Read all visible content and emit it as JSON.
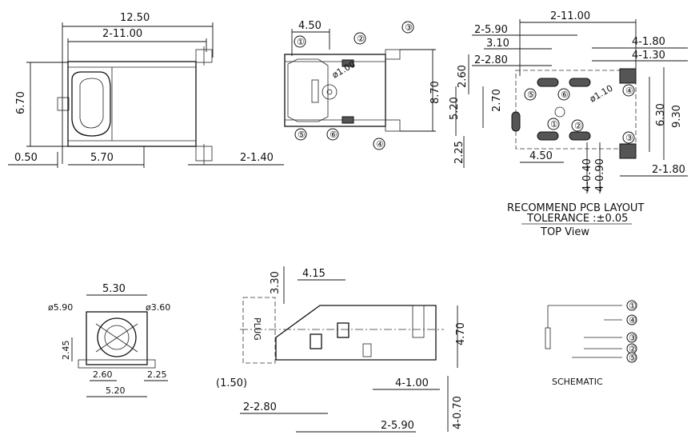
{
  "front_view": {
    "overall_length": "12.50",
    "pitch_top": "2-11.00",
    "height": "6.70",
    "offset": "0.50",
    "base_length": "5.70",
    "pin_width": "2-1.40"
  },
  "top_view": {
    "width": "4.50",
    "diameter": "ø1.00",
    "body_height": "8.70",
    "pins": [
      "①",
      "②",
      "③",
      "④",
      "⑤",
      "⑥"
    ]
  },
  "pcb_layout": {
    "pitch_top": "2-11.00",
    "d_5_90": "2-5.90",
    "d_3_10": "3.10",
    "d_2_80": "2-2.80",
    "d_2_60": "2.60",
    "d_2_70": "2.70",
    "d_5_20": "5.20",
    "d_2_25": "2.25",
    "d_4_50": "4.50",
    "diameter": "ø1.10",
    "d_4_1_80": "4-1.80",
    "d_4_1_30": "4-1.30",
    "d_6_30": "6.30",
    "d_9_30": "9.30",
    "d_4_0_40": "4-0.40",
    "d_4_0_90": "4-0.90",
    "d_2_1_80": "2-1.80",
    "pins": [
      "①",
      "②",
      "③",
      "④",
      "⑤",
      "⑥"
    ],
    "caption_1": "RECOMMEND PCB LAYOUT",
    "caption_2": "TOLERANCE :±0.05",
    "caption_3": "TOP View"
  },
  "end_view": {
    "width_top": "5.30",
    "dia_outer": "ø5.90",
    "dia_inner": "ø3.60",
    "height": "2.45",
    "d_2_60": "2.60",
    "d_2_25": "2.25",
    "d_5_20": "5.20"
  },
  "side_view": {
    "d_3_30": "3.30",
    "d_4_15": "4.15",
    "plug": "PLUG",
    "d_4_70": "4.70",
    "d_1_50": "(1.50)",
    "d_4_1_00": "4-1.00",
    "d_2_2_80": "2-2.80",
    "d_4_0_70": "4-0.70",
    "d_2_5_90": "2-5.90"
  },
  "schematic": {
    "label": "SCHEMATIC",
    "pins": [
      "①",
      "④",
      "③",
      "②",
      "⑤"
    ]
  }
}
